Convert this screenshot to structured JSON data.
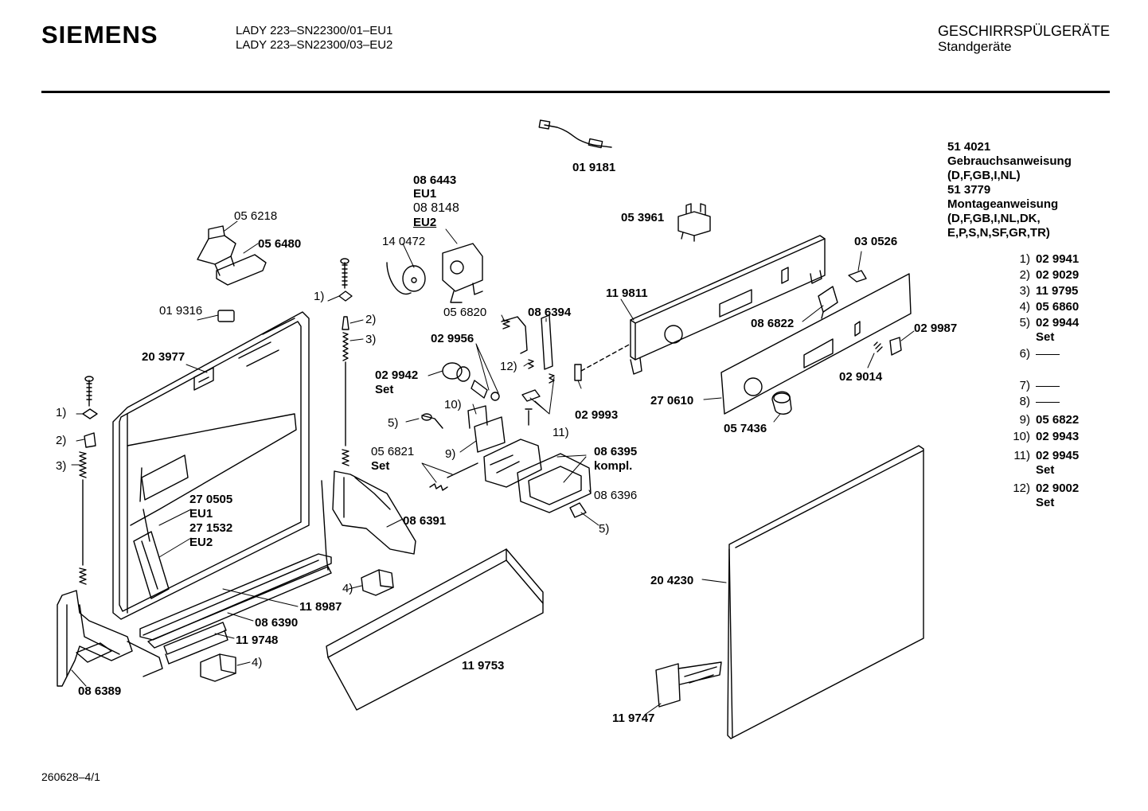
{
  "header": {
    "brand": "SIEMENS",
    "model_line1": "LADY 223–SN22300/01–EU1",
    "model_line2": "LADY 223–SN22300/03–EU2",
    "category_line1": "GESCHIRRSPÜLGERÄTE",
    "category_line2": "Standgeräte"
  },
  "manuals": {
    "m1_no": "51 4021",
    "m1_title": "Gebrauchsanweisung",
    "m1_langs": "(D,F,GB,I,NL)",
    "m2_no": "51 3779",
    "m2_title": "Montageanweisung",
    "m2_langs1": "(D,F,GB,I,NL,DK,",
    "m2_langs2": "E,P,S,N,SF,GR,TR)"
  },
  "index": [
    {
      "n": "1)",
      "part": "02 9941",
      "extra": ""
    },
    {
      "n": "2)",
      "part": "02 9029",
      "extra": ""
    },
    {
      "n": "3)",
      "part": "11 9795",
      "extra": ""
    },
    {
      "n": "4)",
      "part": "05 6860",
      "extra": ""
    },
    {
      "n": "5)",
      "part": "02 9944",
      "extra": "Set"
    },
    {
      "n": "6)",
      "part": "",
      "extra": ""
    },
    {
      "n": "7)",
      "part": "",
      "extra": ""
    },
    {
      "n": "8)",
      "part": "",
      "extra": ""
    },
    {
      "n": "9)",
      "part": "05 6822",
      "extra": ""
    },
    {
      "n": "10)",
      "part": "02 9943",
      "extra": ""
    },
    {
      "n": "11)",
      "part": "02 9945",
      "extra": "Set"
    },
    {
      "n": "12)",
      "part": "02 9002",
      "extra": "Set"
    }
  ],
  "labels": {
    "p019181": "01 9181",
    "p086443": "08 6443",
    "eu1a": "EU1",
    "p088148": "08 8148",
    "eu2a": "EU2",
    "p140472": "14 0472",
    "p056218": "05 6218",
    "p056480": "05 6480",
    "p019316": "01 9316",
    "p203977": "20 3977",
    "r1a": "1)",
    "r2a": "2)",
    "r3a": "3)",
    "r1b": "1)",
    "r2b": "2)",
    "r3b": "3)",
    "p056820": "05 6820",
    "p086394": "08 6394",
    "p029956": "02 9956",
    "r12": "12)",
    "p029942": "02 9942",
    "set1": "Set",
    "r10": "10)",
    "r5a": "5)",
    "r9": "9)",
    "p056821": "05 6821",
    "set2": "Set",
    "r11": "11)",
    "p086395": "08 6395",
    "kompl": "kompl.",
    "p086396": "08 6396",
    "r5b": "5)",
    "p029993": "02 9993",
    "p053961": "05 3961",
    "p119811": "11 9811",
    "p030526": "03 0526",
    "p086822": "08 6822",
    "p029987": "02 9987",
    "p029014": "02 9014",
    "p270610": "27 0610",
    "p057436": "05 7436",
    "p270505": "27 0505",
    "eu1b": "EU1",
    "p271532": "27 1532",
    "eu2b": "EU2",
    "p086391": "08 6391",
    "r4a": "4)",
    "p118987": "11 8987",
    "p086390": "08 6390",
    "p119748": "11 9748",
    "r4b": "4)",
    "p086389": "08 6389",
    "p119753": "11 9753",
    "p204230": "20 4230",
    "p119747": "11 9747"
  },
  "footer": "260628–4/1"
}
